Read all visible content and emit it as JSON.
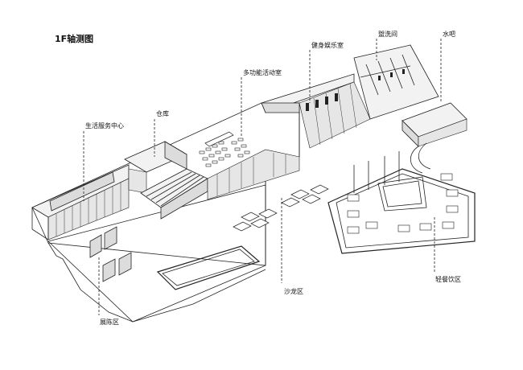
{
  "title": "1F轴测图",
  "labels": {
    "life_service_center": "生活服务中心",
    "warehouse": "仓库",
    "multifunction_room": "多功能活动室",
    "fitness_room": "健身娱乐室",
    "washroom": "盥洗间",
    "water_bar": "水吧",
    "salon_area": "沙龙区",
    "exhibition_area": "展陈区",
    "light_dining_area": "轻餐饮区"
  },
  "colors": {
    "line": "#222222",
    "wall": "#f2f2f2",
    "glass": "#e6e6e6"
  }
}
